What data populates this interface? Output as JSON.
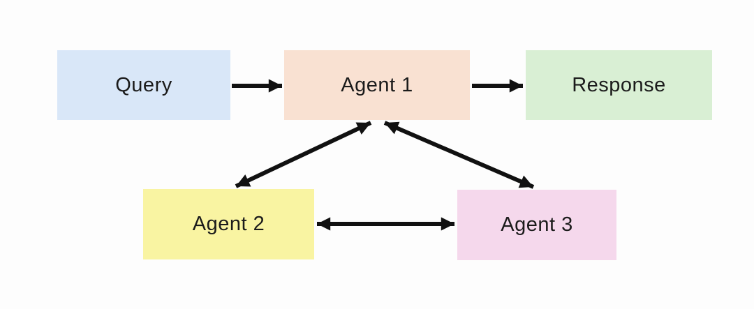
{
  "diagram": {
    "background_color": "#fdfdfd",
    "arrow_color": "#111111",
    "text_color": "#1b1b1b",
    "nodes": {
      "query": {
        "label": "Query",
        "color": "#d9e7f8"
      },
      "agent1": {
        "label": "Agent 1",
        "color": "#f9e1d2"
      },
      "response": {
        "label": "Response",
        "color": "#d9efd4"
      },
      "agent2": {
        "label": "Agent 2",
        "color": "#f9f4a2"
      },
      "agent3": {
        "label": "Agent 3",
        "color": "#f5d8ec"
      }
    },
    "edges": [
      {
        "from": "query",
        "to": "agent1",
        "type": "directed"
      },
      {
        "from": "agent1",
        "to": "response",
        "type": "directed"
      },
      {
        "from": "agent1",
        "to": "agent2",
        "type": "bidirectional"
      },
      {
        "from": "agent1",
        "to": "agent3",
        "type": "bidirectional"
      },
      {
        "from": "agent2",
        "to": "agent3",
        "type": "bidirectional"
      }
    ]
  }
}
